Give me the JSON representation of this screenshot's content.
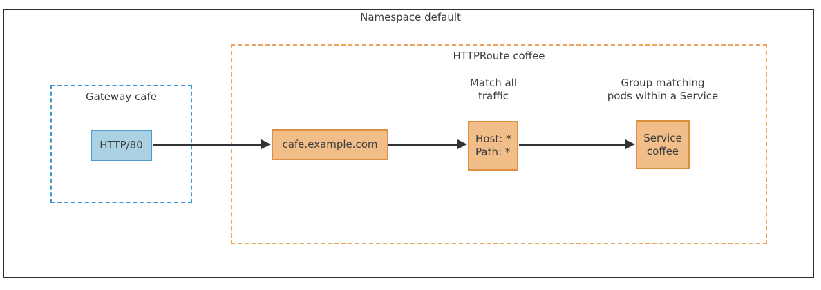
{
  "colors": {
    "node_text": "#3c3c3c",
    "outer_border": "#2f2f2f",
    "gateway_box_border": "#3e97d1",
    "gateway_node_fill": "#abd2e4",
    "gateway_node_border": "#4d9bc7",
    "route_box_border": "#eda45c",
    "route_node_fill": "#f1bd88",
    "route_node_border": "#de8f3d",
    "arrow": "#333333"
  },
  "namespace": {
    "title": "Namespace default"
  },
  "gateway": {
    "title": "Gateway cafe",
    "listener": "HTTP/80"
  },
  "httproute": {
    "title": "HTTPRoute coffee",
    "hostname": "cafe.example.com",
    "match_annotation": [
      "Match all",
      "traffic"
    ],
    "match_rules": [
      "Host: *",
      "Path: *"
    ],
    "backend_annotation": [
      "Group matching",
      "pods within a Service"
    ],
    "backend": [
      "Service",
      "coffee"
    ]
  }
}
